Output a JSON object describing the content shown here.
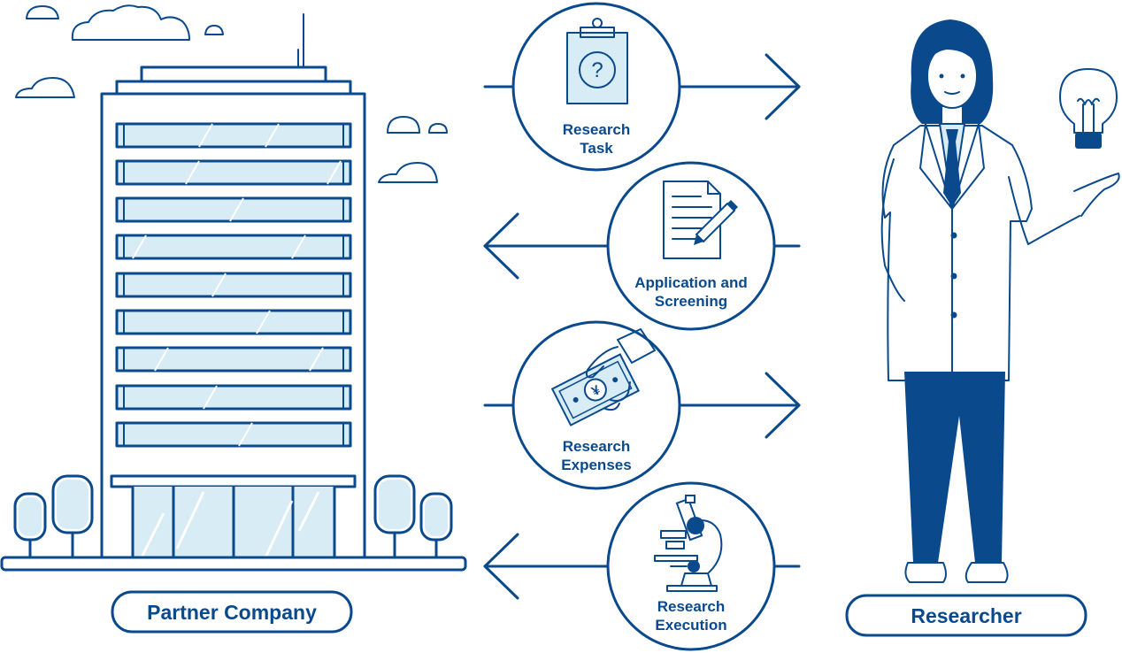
{
  "colors": {
    "primary": "#0a4a8c",
    "glass": "#d7ecf5",
    "background": "#ffffff"
  },
  "entities": {
    "partner": {
      "label": "Partner Company",
      "icon": "office-building-icon"
    },
    "researcher": {
      "label": "Researcher",
      "icon": "researcher-figure-icon"
    }
  },
  "steps": [
    {
      "line1": "Research",
      "line2": "Task",
      "icon": "clipboard-question-icon",
      "direction": "to-researcher"
    },
    {
      "line1": "Application and",
      "line2": "Screening",
      "icon": "document-pencil-icon",
      "direction": "to-partner"
    },
    {
      "line1": "Research",
      "line2": "Expenses",
      "icon": "yen-banknote-hand-icon",
      "direction": "to-researcher"
    },
    {
      "line1": "Research",
      "line2": "Execution",
      "icon": "microscope-icon",
      "direction": "to-partner"
    }
  ]
}
